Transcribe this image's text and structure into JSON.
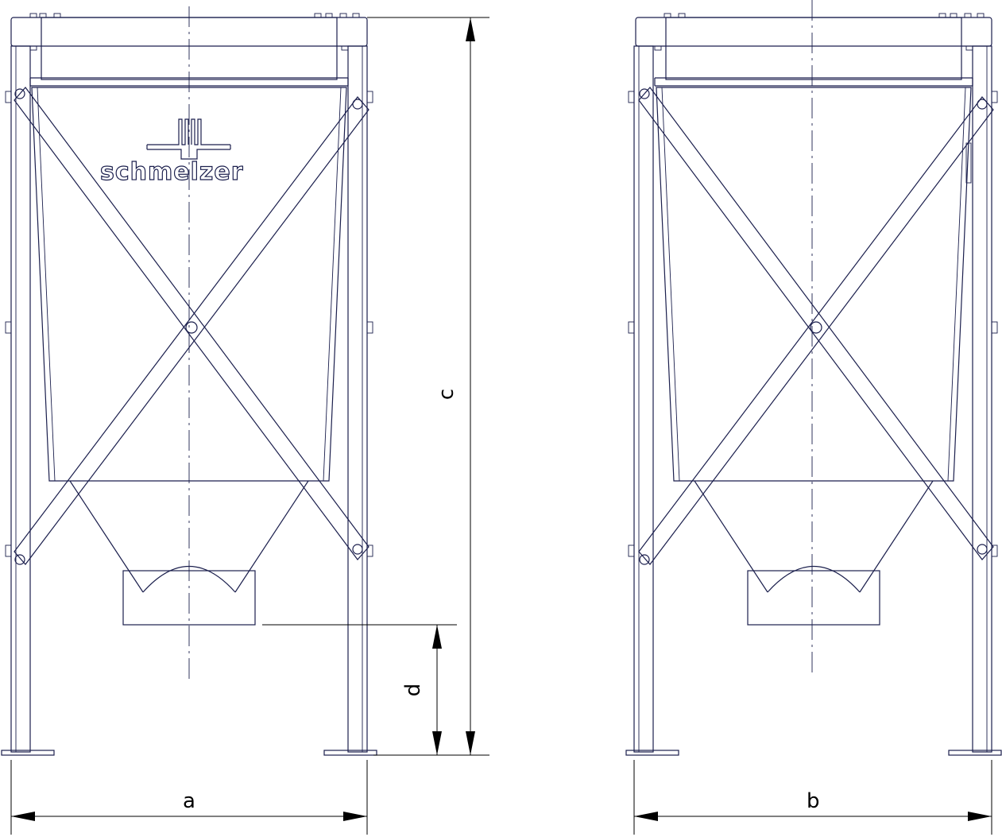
{
  "logo_text": "schmelzer",
  "dimension_labels": {
    "a": "a",
    "b": "b",
    "c": "c",
    "d": "d"
  },
  "colors": {
    "line": "#1b1f4d",
    "dimension": "#000000",
    "background": "#ffffff"
  }
}
